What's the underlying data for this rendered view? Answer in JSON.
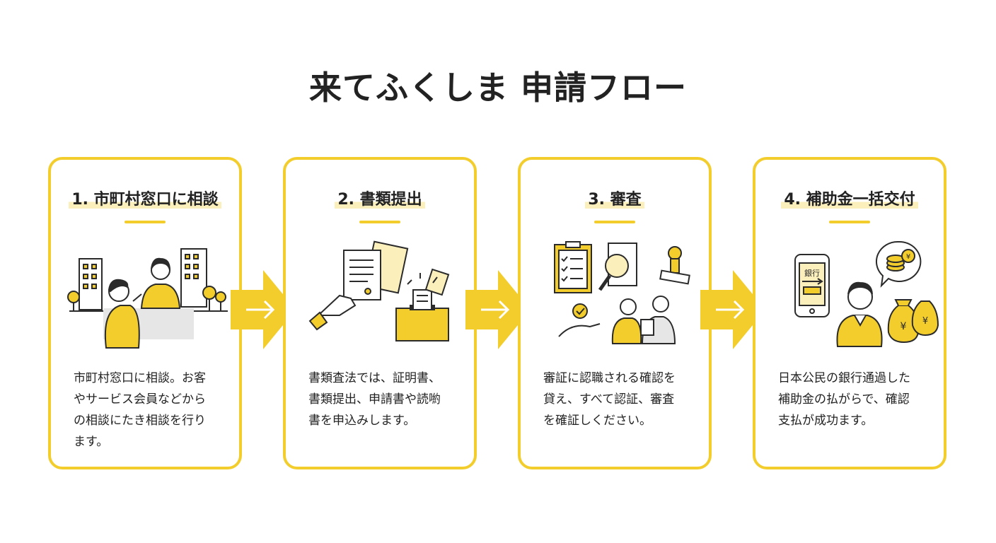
{
  "page": {
    "title": "来てふくしま 申請フロー"
  },
  "steps": [
    {
      "title": "1. 市町村窓口に相談",
      "lines": [
        "市町村窓口に相談。お客",
        "やサービス会員などから",
        "の相談にたき相談を行り",
        "ます。"
      ]
    },
    {
      "title": "2. 書類提出",
      "lines": [
        "書類査法では、証明書、",
        "書類提出、申請書や読喲",
        "書を申込みします。"
      ]
    },
    {
      "title": "3. 審査",
      "lines": [
        "審証に認職される確認を",
        "貸え、すべて認証、審査",
        "を確証しください。"
      ]
    },
    {
      "title": "4. 補助金一括交付",
      "lines": [
        "日本公民の銀行通過した",
        "補助金の払がらで、確認",
        "支払が成功ます。"
      ],
      "phone_label": "銀行",
      "coin_symbol": "¥"
    }
  ],
  "colors": {
    "accent": "#f2cd2c",
    "ink": "#2b2b2b",
    "highlight": "#fbefbc"
  },
  "icons": [
    "office-building-icon",
    "consultant-icon",
    "document-icon",
    "ballot-box-icon",
    "clipboard-checklist-icon",
    "magnifier-icon",
    "stamp-icon",
    "smartphone-bank-icon",
    "coin-stack-icon",
    "money-bag-icon",
    "arrow-right-icon"
  ]
}
